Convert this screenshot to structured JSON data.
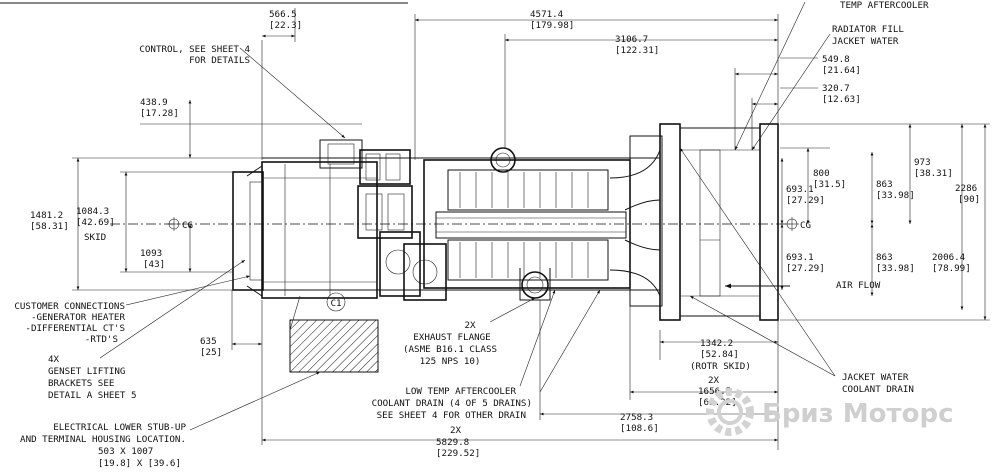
{
  "dimensions": {
    "d566": {
      "mm": "566.5",
      "in": "[22.3]"
    },
    "d4571": {
      "mm": "4571.4",
      "in": "[179.98]"
    },
    "d3106": {
      "mm": "3106.7",
      "in": "[122.31]"
    },
    "d549": {
      "mm": "549.8",
      "in": "[21.64]"
    },
    "d320": {
      "mm": "320.7",
      "in": "[12.63]"
    },
    "d438": {
      "mm": "438.9",
      "in": "[17.28]"
    },
    "d800": {
      "mm": "800",
      "in": "[31.5]"
    },
    "d973": {
      "mm": "973",
      "in": "[38.31]"
    },
    "d2286": {
      "mm": "2286",
      "in": "[90]"
    },
    "d1481": {
      "mm": "1481.2",
      "in": "[58.31]"
    },
    "d1084": {
      "mm": "1084.3",
      "in": "[42.69]",
      "note": "SKID"
    },
    "d1093": {
      "mm": "1093",
      "in": "[43]"
    },
    "d693a": {
      "mm": "693.1",
      "in": "[27.29]"
    },
    "d863a": {
      "mm": "863",
      "in": "[33.98]"
    },
    "d693b": {
      "mm": "693.1",
      "in": "[27.29]"
    },
    "d863b": {
      "mm": "863",
      "in": "[33.98]"
    },
    "d2006": {
      "mm": "2006.4",
      "in": "[78.99]"
    },
    "d635": {
      "mm": "635",
      "in": "[25]"
    },
    "d1342": {
      "mm": "1342.2",
      "in": "[52.84]",
      "note": "(ROTR SKID)"
    },
    "d1656": {
      "prefix": "2X",
      "mm": "1656.5",
      "in": "[65.22]"
    },
    "d2758": {
      "mm": "2758.3",
      "in": "[108.6]"
    },
    "d5829": {
      "prefix": "2X",
      "mm": "5829.8",
      "in": "[229.52]"
    }
  },
  "centerline": "CG",
  "balloon": "C1",
  "labels": {
    "temp_aftercooler": "TEMP AFTERCOOLER",
    "radiator_fill": [
      "RADIATOR FILL",
      "JACKET WATER"
    ],
    "control": [
      "CONTROL, SEE SHEET 4",
      "FOR DETAILS"
    ],
    "air_flow": "AIR FLOW",
    "customer_connections": [
      "CUSTOMER CONNECTIONS",
      "-GENERATOR HEATER",
      "-DIFFERENTIAL CT'S",
      "-RTD'S"
    ],
    "lifting": [
      "4X",
      "GENSET LIFTING",
      "BRACKETS SEE",
      "DETAIL A SHEET 5"
    ],
    "exhaust": [
      "2X",
      "EXHAUST FLANGE",
      "(ASME B16.1 CLASS",
      "125 NPS 10)"
    ],
    "low_temp": [
      "LOW TEMP AFTERCOOLER",
      "COOLANT DRAIN (4 OF 5 DRAINS)",
      "SEE SHEET 4 FOR OTHER DRAIN"
    ],
    "jacket_drain": [
      "JACKET WATER",
      "COOLANT DRAIN"
    ],
    "stub_up": [
      "ELECTRICAL LOWER STUB-UP",
      "AND TERMINAL HOUSING LOCATION.",
      "503 X 1007",
      "[19.8] X [39.6]"
    ]
  },
  "watermark": "Бриз Моторс"
}
